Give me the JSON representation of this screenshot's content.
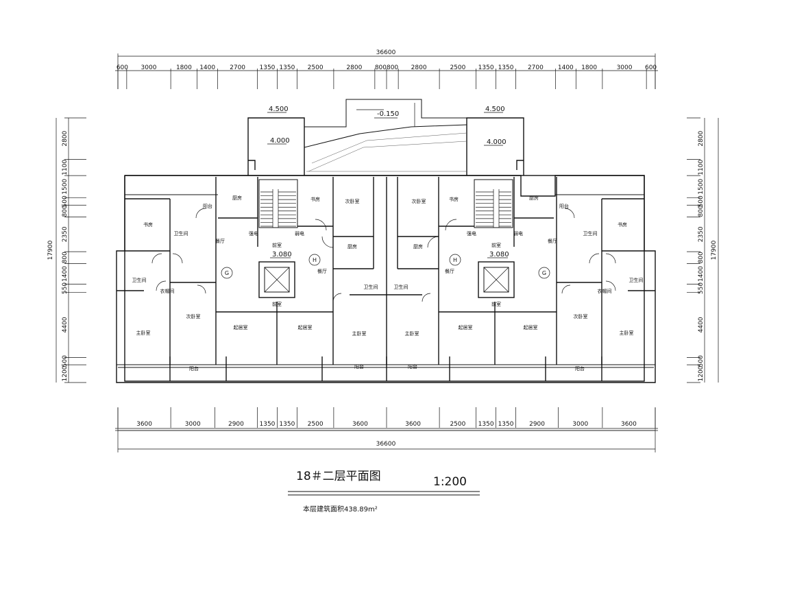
{
  "drawing": {
    "title": "18＃二层平面图",
    "scale": "1:200",
    "area_note": "本层建筑面积438.89m²",
    "levels": {
      "roof_left": "4.500",
      "roof_right": "4.500",
      "floor_left": "4.000",
      "floor_right": "4.000",
      "ramp": "-0.150",
      "stair_left": "3.080",
      "stair_right": "3.080"
    },
    "grid_markers": [
      "G",
      "H",
      "H",
      "G"
    ]
  },
  "dimensions": {
    "top_total": "36600",
    "top_segments": [
      "600",
      "3000",
      "1800",
      "1400",
      "2700",
      "1350",
      "1350",
      "2500",
      "2800",
      "800",
      "800",
      "2800",
      "2500",
      "1350",
      "1350",
      "2700",
      "1400",
      "1800",
      "3000",
      "600"
    ],
    "bottom_segments": [
      "3600",
      "3000",
      "2900",
      "1350",
      "1350",
      "2500",
      "3600",
      "3600",
      "2500",
      "1350",
      "1350",
      "2900",
      "3000",
      "3600"
    ],
    "bottom_total": "36600",
    "side_total": "17900",
    "side_segments": [
      "2800",
      "1100",
      "1500",
      "500",
      "800",
      "2350",
      "800",
      "1400",
      "550",
      "4400",
      "500",
      "1200"
    ]
  },
  "rooms": {
    "left_unit_g": [
      "书房",
      "卫生间",
      "厨房",
      "阳台",
      "餐厅",
      "卫生间",
      "衣帽间",
      "主卧室",
      "次卧室",
      "起居室",
      "阳台"
    ],
    "left_unit_h": [
      "书房",
      "次卧室",
      "厨房",
      "餐厅",
      "卫生间",
      "起居室",
      "主卧室",
      "阳台"
    ],
    "right_unit_h": [
      "次卧室",
      "书房",
      "厨房",
      "餐厅",
      "卫生间",
      "主卧室",
      "起居室",
      "阳台"
    ],
    "right_unit_g": [
      "厨房",
      "阳台",
      "书房",
      "卫生间",
      "餐厅",
      "卫生间",
      "衣帽间",
      "次卧室",
      "主卧室",
      "起居室",
      "阳台"
    ],
    "core": [
      "强电",
      "弱电",
      "前室",
      "前室",
      "强电",
      "弱电",
      "前室",
      "前室"
    ]
  }
}
